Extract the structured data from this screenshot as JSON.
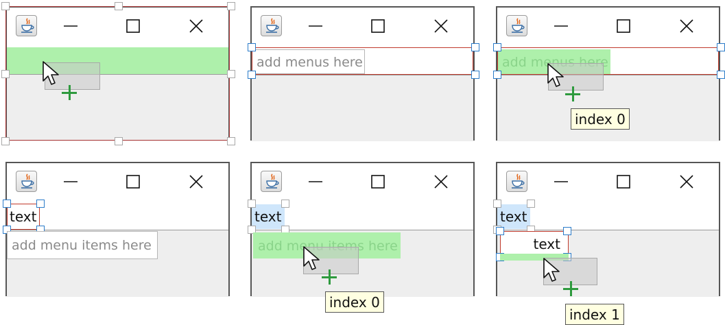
{
  "icons": {
    "app": "java-coffee-icon",
    "minimize": "minimize-icon",
    "maximize": "maximize-icon",
    "close": "close-icon",
    "cursor": "mouse-pointer-icon",
    "add": "plus-icon"
  },
  "colors": {
    "drop_highlight": "#aef0ab",
    "selection_handle": "#2a7bc9",
    "selection_frame": "#c0392b",
    "tooltip_bg": "#ffffe1",
    "plus": "#2e9a3e"
  },
  "panels": [
    {
      "step": 1
    },
    {
      "step": 2,
      "placeholder": "add menus here"
    },
    {
      "step": 3,
      "placeholder": "add menus here",
      "tooltip": "index 0"
    },
    {
      "step": 4,
      "menu_label": "text",
      "placeholder": "add menu items here"
    },
    {
      "step": 5,
      "menu_label": "text",
      "placeholder": "add menu items here",
      "tooltip": "index 0"
    },
    {
      "step": 6,
      "menu_label": "text",
      "item_label": "text",
      "tooltip": "index 1"
    }
  ]
}
